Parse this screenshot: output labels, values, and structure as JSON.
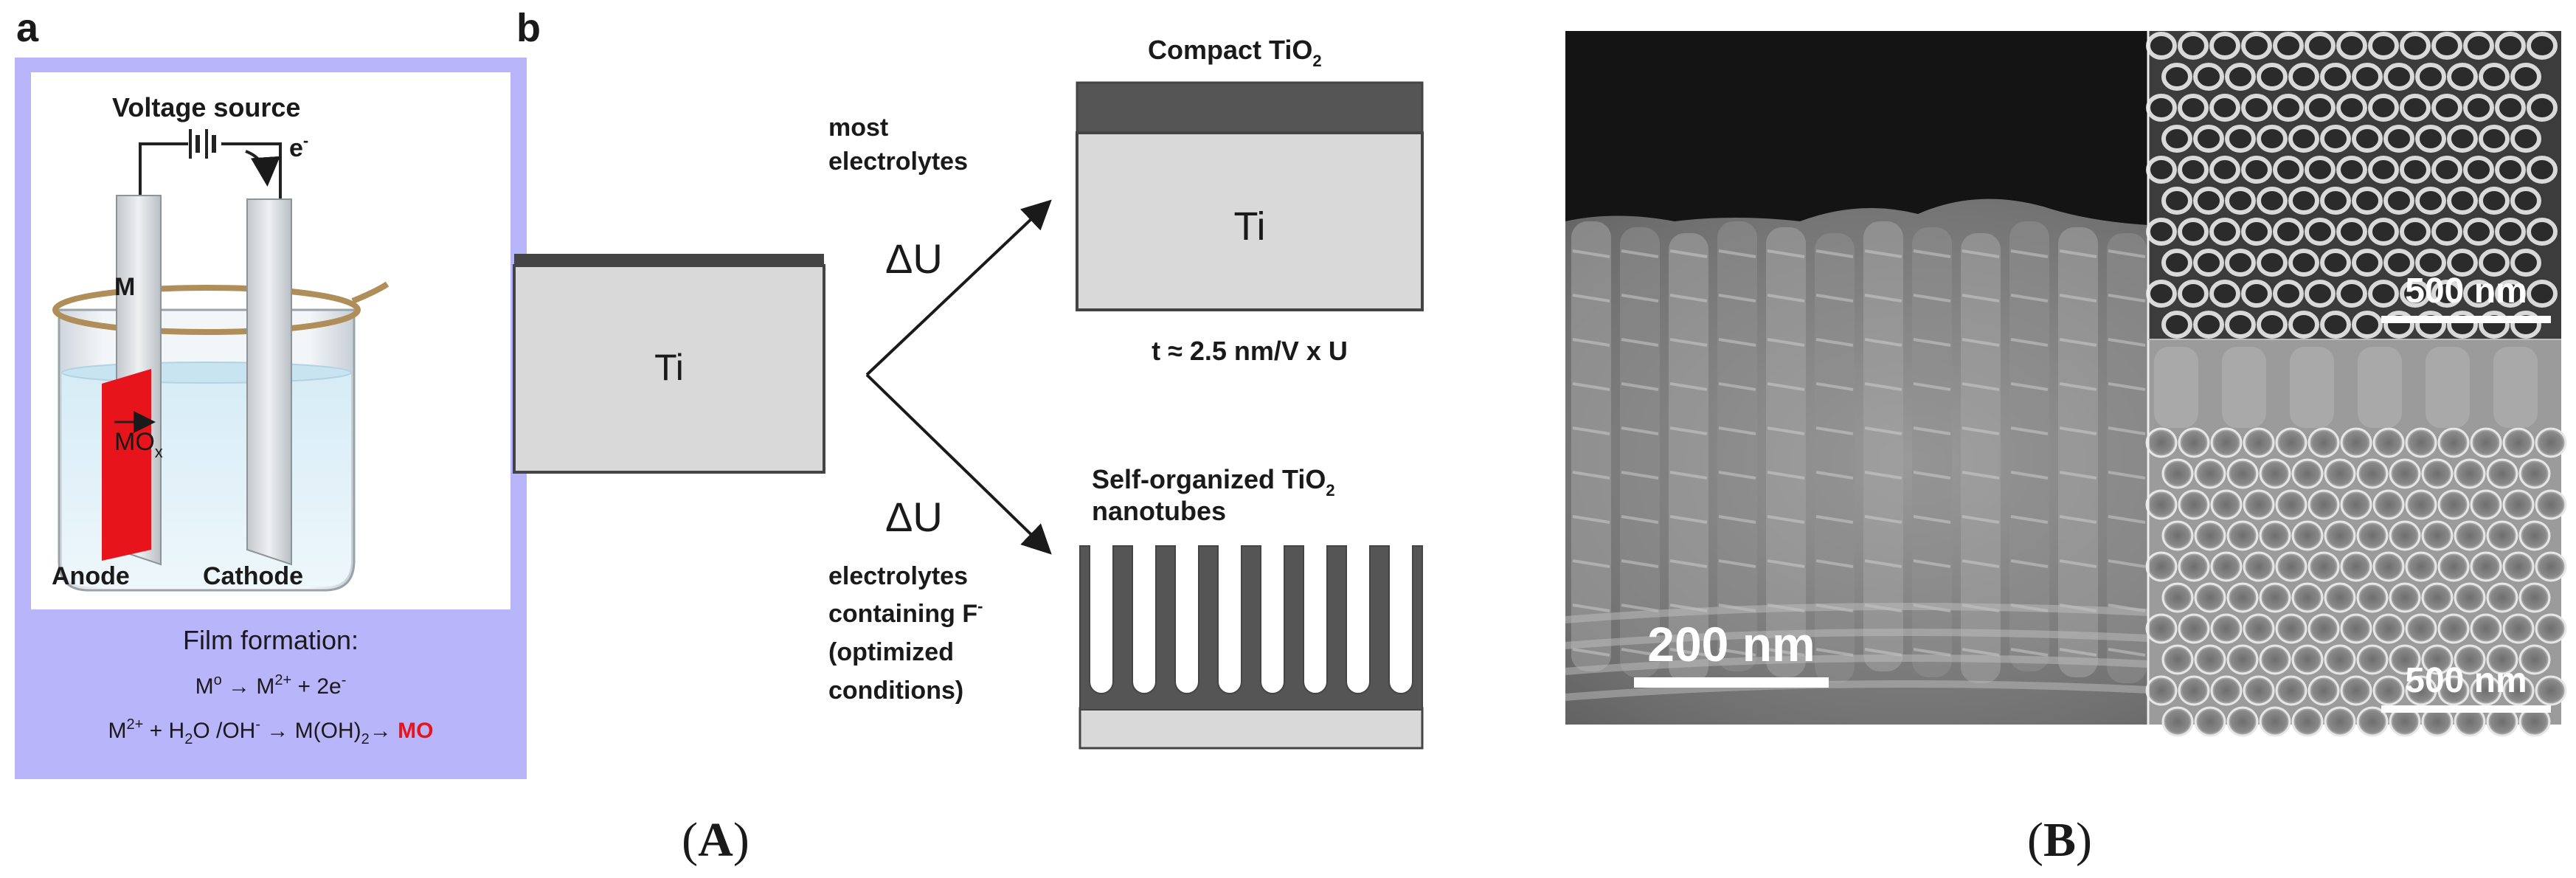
{
  "panel_a": {
    "letter": "a",
    "voltage_source": "Voltage source",
    "electron": "e",
    "electron_sup": "-",
    "metal": "M",
    "oxide": "MO",
    "oxide_sub": "x",
    "anode": "Anode",
    "cathode": "Cathode",
    "film_title": "Film formation:",
    "eq1": {
      "a": "M",
      "a_sup": "o",
      "b": " → M",
      "b_sup": "2+",
      "c": " + 2e",
      "c_sup": "-"
    },
    "eq2": {
      "a": "M",
      "a_sup": "2+",
      "b": " + H",
      "b_sub": "2",
      "c": "O /OH",
      "c_sup": "-",
      "d": " → M(OH)",
      "d_sub": "2",
      "e": "→ ",
      "f": "MO"
    },
    "colors": {
      "background": "#b9b5fb",
      "anode": "#e8141c",
      "highlight": "#e8141c"
    }
  },
  "panel_b": {
    "letter": "b",
    "ti_start": "Ti",
    "delta_u": "ΔU",
    "most": "most",
    "electrolytes_top": "electrolytes",
    "compact": "Compact TiO",
    "compact_sub": "2",
    "ti_top": "Ti",
    "thickness": "t ≈ 2.5 nm/V x U",
    "self_org": "Self-organized TiO",
    "self_org_sub": "2",
    "nanotubes": "nanotubes",
    "elec_bottom_1": "electrolytes",
    "elec_bottom_2": "containing F",
    "elec_bottom_2_sup": "-",
    "elec_bottom_3": "(optimized",
    "elec_bottom_4": "conditions)",
    "colors": {
      "ti": "#d9d9d9",
      "oxide": "#555555"
    }
  },
  "sem": {
    "scale_main": "200 nm",
    "scale_inset_top": "500 nm",
    "scale_inset_bottom": "500 nm"
  },
  "captions": {
    "A": "(A)",
    "A_letter": "A",
    "B": "(B)",
    "B_letter": "B"
  }
}
